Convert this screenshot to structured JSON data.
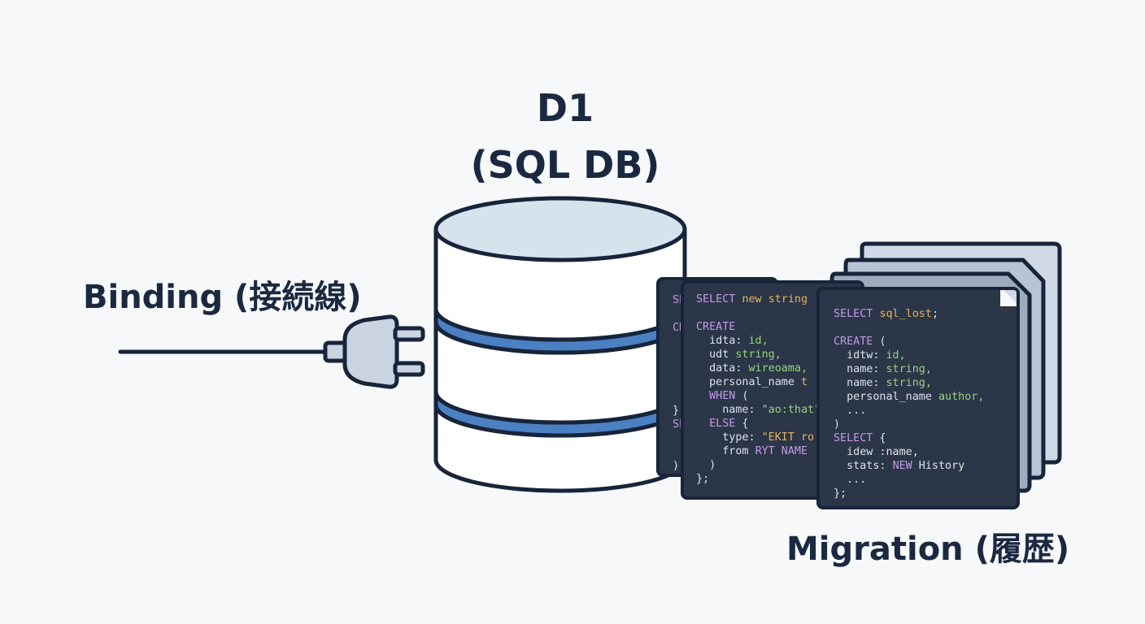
{
  "title": {
    "line1": "D1",
    "line2": "(SQL DB)"
  },
  "labels": {
    "binding": "Binding (接続線)",
    "migration": "Migration (履歴)"
  },
  "colors": {
    "outline": "#17243a",
    "db_top": "#d6e2ec",
    "db_body": "#ffffff",
    "db_band": "#4b80c2",
    "plug": "#c9d4e0",
    "code_bg": "#2b3648",
    "stack_pages": [
      "#d0dae6",
      "#b7c4d3",
      "#9eabbb"
    ]
  },
  "icons": [
    "database-cylinder-icon",
    "power-plug-icon",
    "document-stack-icon"
  ],
  "code_docs": {
    "back": [
      {
        "t": "SE",
        "k": "kw"
      },
      {
        "t": ""
      },
      {
        "t": "CR",
        "k": "kw"
      },
      {
        "t": ""
      },
      {
        "t": ""
      },
      {
        "t": ""
      },
      {
        "t": ""
      },
      {
        "t": ""
      },
      {
        "t": "}"
      },
      {
        "t": "SE",
        "k": "kw"
      },
      {
        "t": ""
      },
      {
        "t": ""
      },
      {
        "t": ")"
      }
    ],
    "front_left": [
      {
        "parts": [
          {
            "t": "SELECT ",
            "k": "kw"
          },
          {
            "t": "new string",
            "k": "fn"
          }
        ]
      },
      {
        "t": ""
      },
      {
        "t": "CREATE",
        "k": "kw"
      },
      {
        "parts": [
          {
            "t": "  idta: "
          },
          {
            "t": "id,",
            "k": "ty"
          }
        ]
      },
      {
        "parts": [
          {
            "t": "  udt "
          },
          {
            "t": "string,",
            "k": "ty"
          }
        ]
      },
      {
        "parts": [
          {
            "t": "  data: "
          },
          {
            "t": "wireoama,",
            "k": "ty"
          }
        ]
      },
      {
        "parts": [
          {
            "t": "  personal_name "
          },
          {
            "t": "t",
            "k": "fn"
          }
        ]
      },
      {
        "parts": [
          {
            "t": "  WHEN",
            "k": "kw"
          },
          {
            "t": " ("
          }
        ]
      },
      {
        "parts": [
          {
            "t": "    name: "
          },
          {
            "t": "\"ao:that\"",
            "k": "ty"
          }
        ]
      },
      {
        "parts": [
          {
            "t": "  ELSE",
            "k": "kw"
          },
          {
            "t": " {"
          }
        ]
      },
      {
        "parts": [
          {
            "t": "    type: "
          },
          {
            "t": "\"EKIT ro",
            "k": "fn"
          }
        ]
      },
      {
        "parts": [
          {
            "t": "    from "
          },
          {
            "t": "RYT NAME",
            "k": "kw"
          }
        ]
      },
      {
        "t": "  )"
      },
      {
        "t": "};"
      }
    ],
    "front_right": [
      {
        "parts": [
          {
            "t": "SELECT ",
            "k": "kw"
          },
          {
            "t": "sql_lost",
            "k": "fn"
          },
          {
            "t": ";"
          }
        ]
      },
      {
        "t": ""
      },
      {
        "parts": [
          {
            "t": "CREATE",
            "k": "kw"
          },
          {
            "t": " ("
          }
        ]
      },
      {
        "parts": [
          {
            "t": "  idtw: "
          },
          {
            "t": "id,",
            "k": "ty"
          }
        ]
      },
      {
        "parts": [
          {
            "t": "  name: "
          },
          {
            "t": "string,",
            "k": "ty"
          }
        ]
      },
      {
        "parts": [
          {
            "t": "  name: "
          },
          {
            "t": "string,",
            "k": "ty"
          }
        ]
      },
      {
        "parts": [
          {
            "t": "  personal_name "
          },
          {
            "t": "author,",
            "k": "ty"
          }
        ]
      },
      {
        "t": "  ..."
      },
      {
        "t": ")"
      },
      {
        "parts": [
          {
            "t": "SELECT",
            "k": "kw"
          },
          {
            "t": " {"
          }
        ]
      },
      {
        "t": "  idew :name,"
      },
      {
        "parts": [
          {
            "t": "  stats: "
          },
          {
            "t": "NEW",
            "k": "kw"
          },
          {
            "t": " History"
          }
        ]
      },
      {
        "t": "  ..."
      },
      {
        "t": "};"
      }
    ]
  }
}
